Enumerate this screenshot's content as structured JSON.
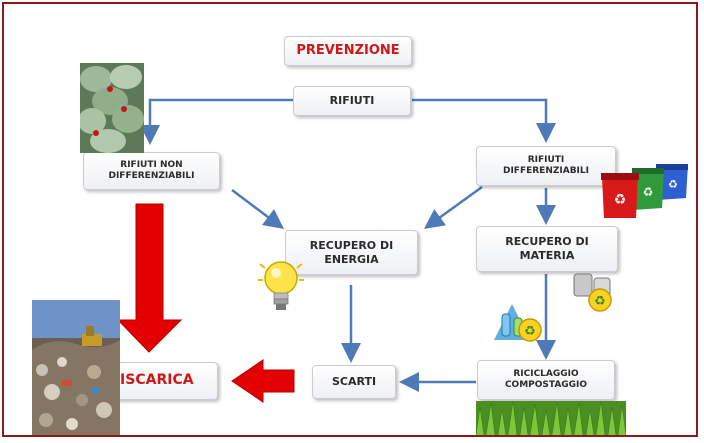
{
  "nodes": {
    "prevenzione": "PREVENZIONE",
    "rifiuti": "RIFIUTI",
    "non_differenziabili": "RIFIUTI NON\nDIFFERENZIABILI",
    "differenziabili": "RIFIUTI\nDIFFERENZIABILI",
    "recupero_energia": "RECUPERO DI\nENERGIA",
    "recupero_materia": "RECUPERO DI\nMATERIA",
    "riciclaggio": "RICICLAGGIO\nCOMPOSTAGGIO",
    "scarti": "SCARTI",
    "discarica": "DISCARICA"
  },
  "colors": {
    "arrow_blue": "#4f7ab8",
    "arrow_red": "#e30000",
    "frame": "#8b1a1a",
    "label_red": "#d51414"
  },
  "images": {
    "garbage_bags": "photo-garbage-bags",
    "recycle_bins": "recycle-bins-illustration",
    "light_bulb": "light-bulb-icon",
    "recycled_cans": "recycled-cans-icon",
    "recycled_bottles": "recycled-bottles-icon",
    "grass": "grass-photo",
    "landfill": "landfill-photo"
  }
}
